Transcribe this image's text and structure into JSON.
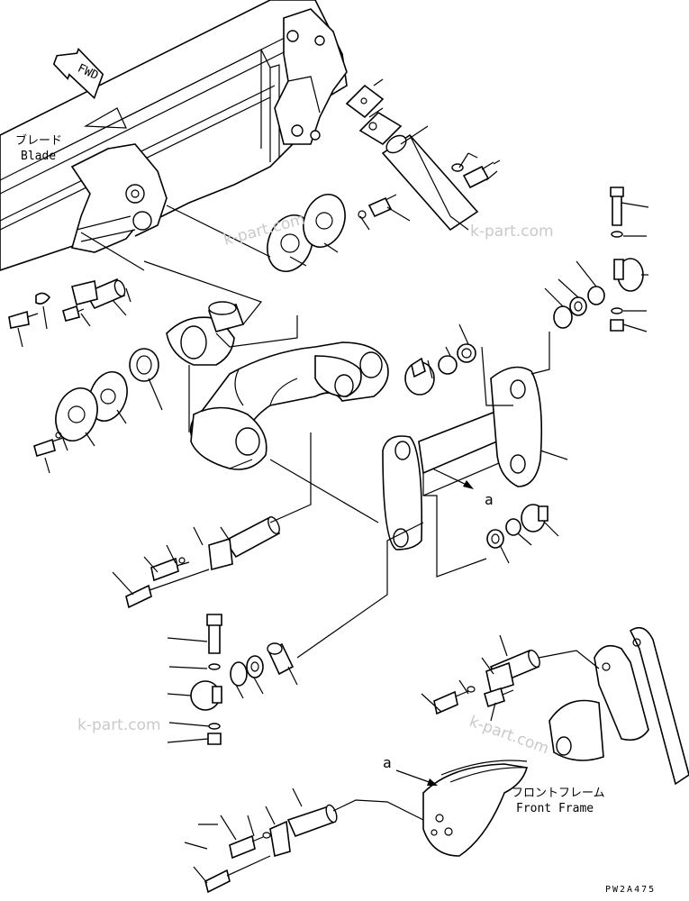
{
  "labels": {
    "fwd": "FWD",
    "blade_jp": "ブレード",
    "blade_en": "Blade",
    "front_frame_jp": "フロントフレーム",
    "front_frame_en": "Front Frame",
    "ref_a_1": "a",
    "ref_a_2": "a",
    "drawing_code": "PW2A475"
  },
  "watermarks": [
    "k-part.com",
    "k-part.com",
    "k-part.com",
    "k-part.com"
  ],
  "colors": {
    "line": "#000000",
    "background": "#ffffff",
    "watermark": "#c9c9c9"
  }
}
